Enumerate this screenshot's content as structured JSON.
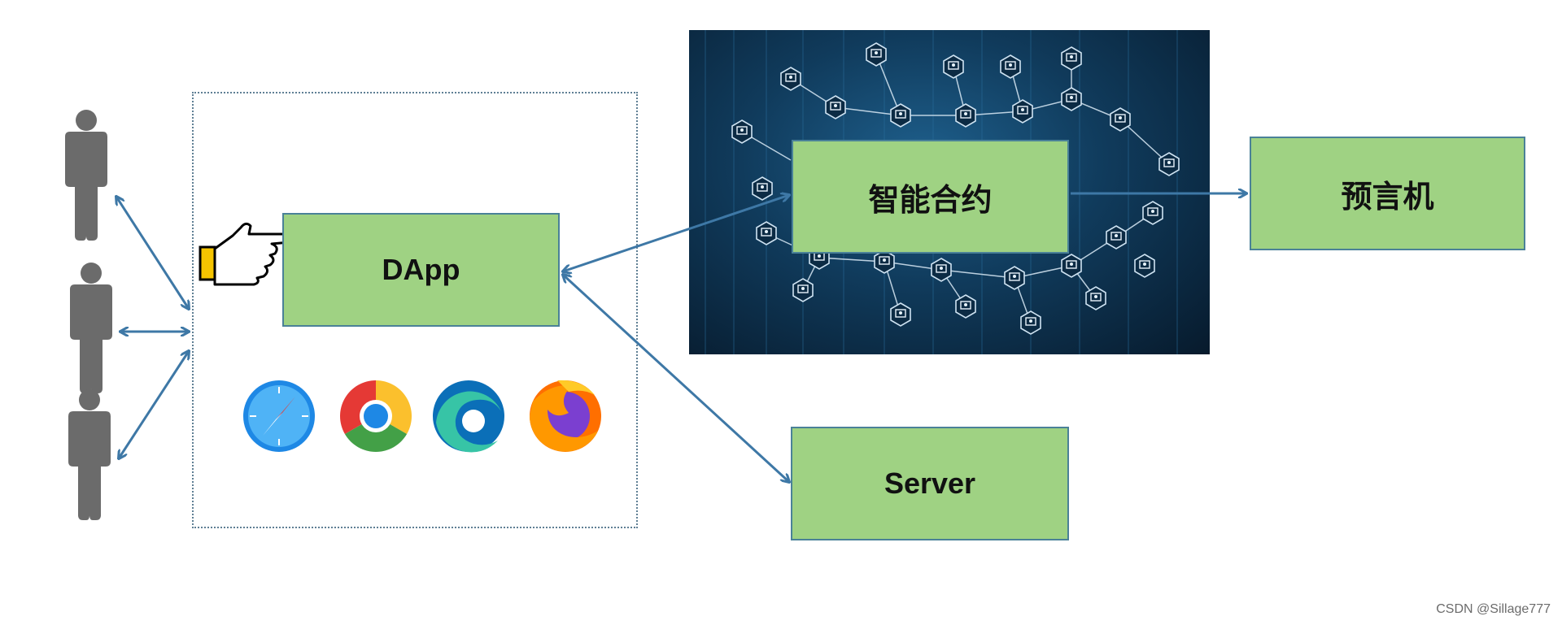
{
  "nodes": {
    "dapp": "DApp",
    "smart_contract": "智能合约",
    "oracle": "预言机",
    "server": "Server"
  },
  "icons": {
    "users": [
      "person-icon",
      "person-icon",
      "person-icon"
    ],
    "pointer": "pointing-hand-icon",
    "browsers": [
      "safari-icon",
      "chrome-icon",
      "edge-icon",
      "firefox-icon"
    ],
    "background": "blockchain-network-image"
  },
  "colors": {
    "box_fill": "#9fd283",
    "box_border": "#4a8198",
    "arrow": "#3e78a6",
    "person": "#6b6b6b"
  },
  "watermark": "CSDN @Sillage777"
}
